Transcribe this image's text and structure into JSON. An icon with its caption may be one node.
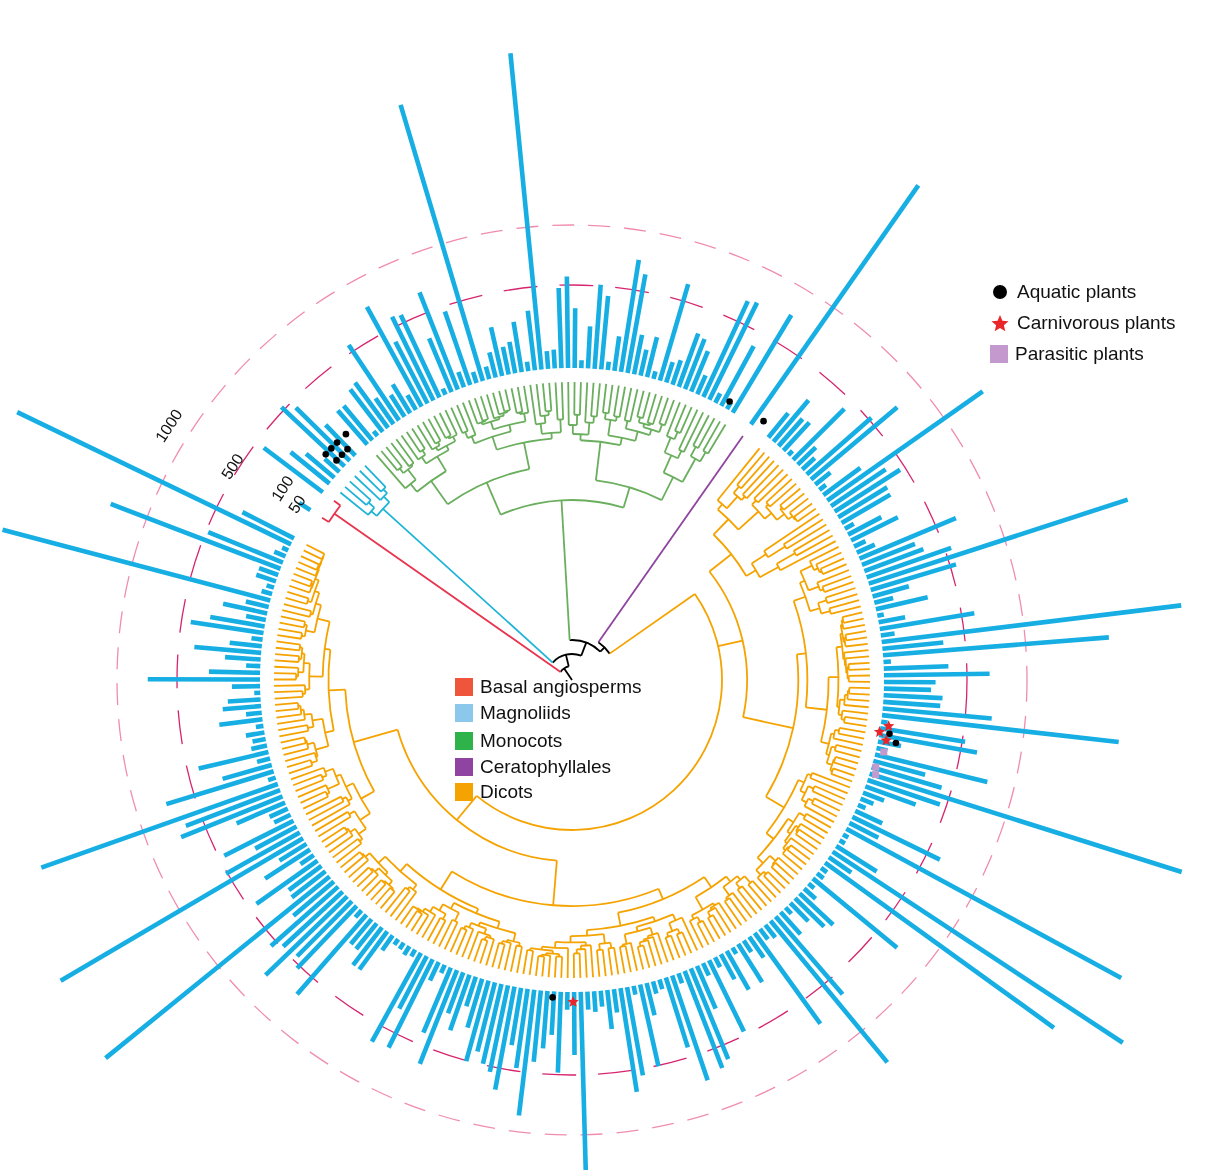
{
  "diagram": {
    "labels": [
      "1000",
      "500",
      "100",
      "50"
    ],
    "legend": [
      {
        "text": "Basal angiosperms",
        "color": "#ef553a"
      },
      {
        "text": "Magnoliids",
        "color": "#8cc8ec"
      },
      {
        "text": "Monocots",
        "color": "#2eb34a"
      },
      {
        "text": "Ceratophyllales",
        "color": "#8e44a0"
      },
      {
        "text": "Dicots",
        "color": "#f5a300"
      },
      {
        "text": "Aquatic plants"
      },
      {
        "text": "Carnivorous plants"
      },
      {
        "text": "Parasitic plants",
        "color": "#c49ace"
      }
    ]
  }
}
